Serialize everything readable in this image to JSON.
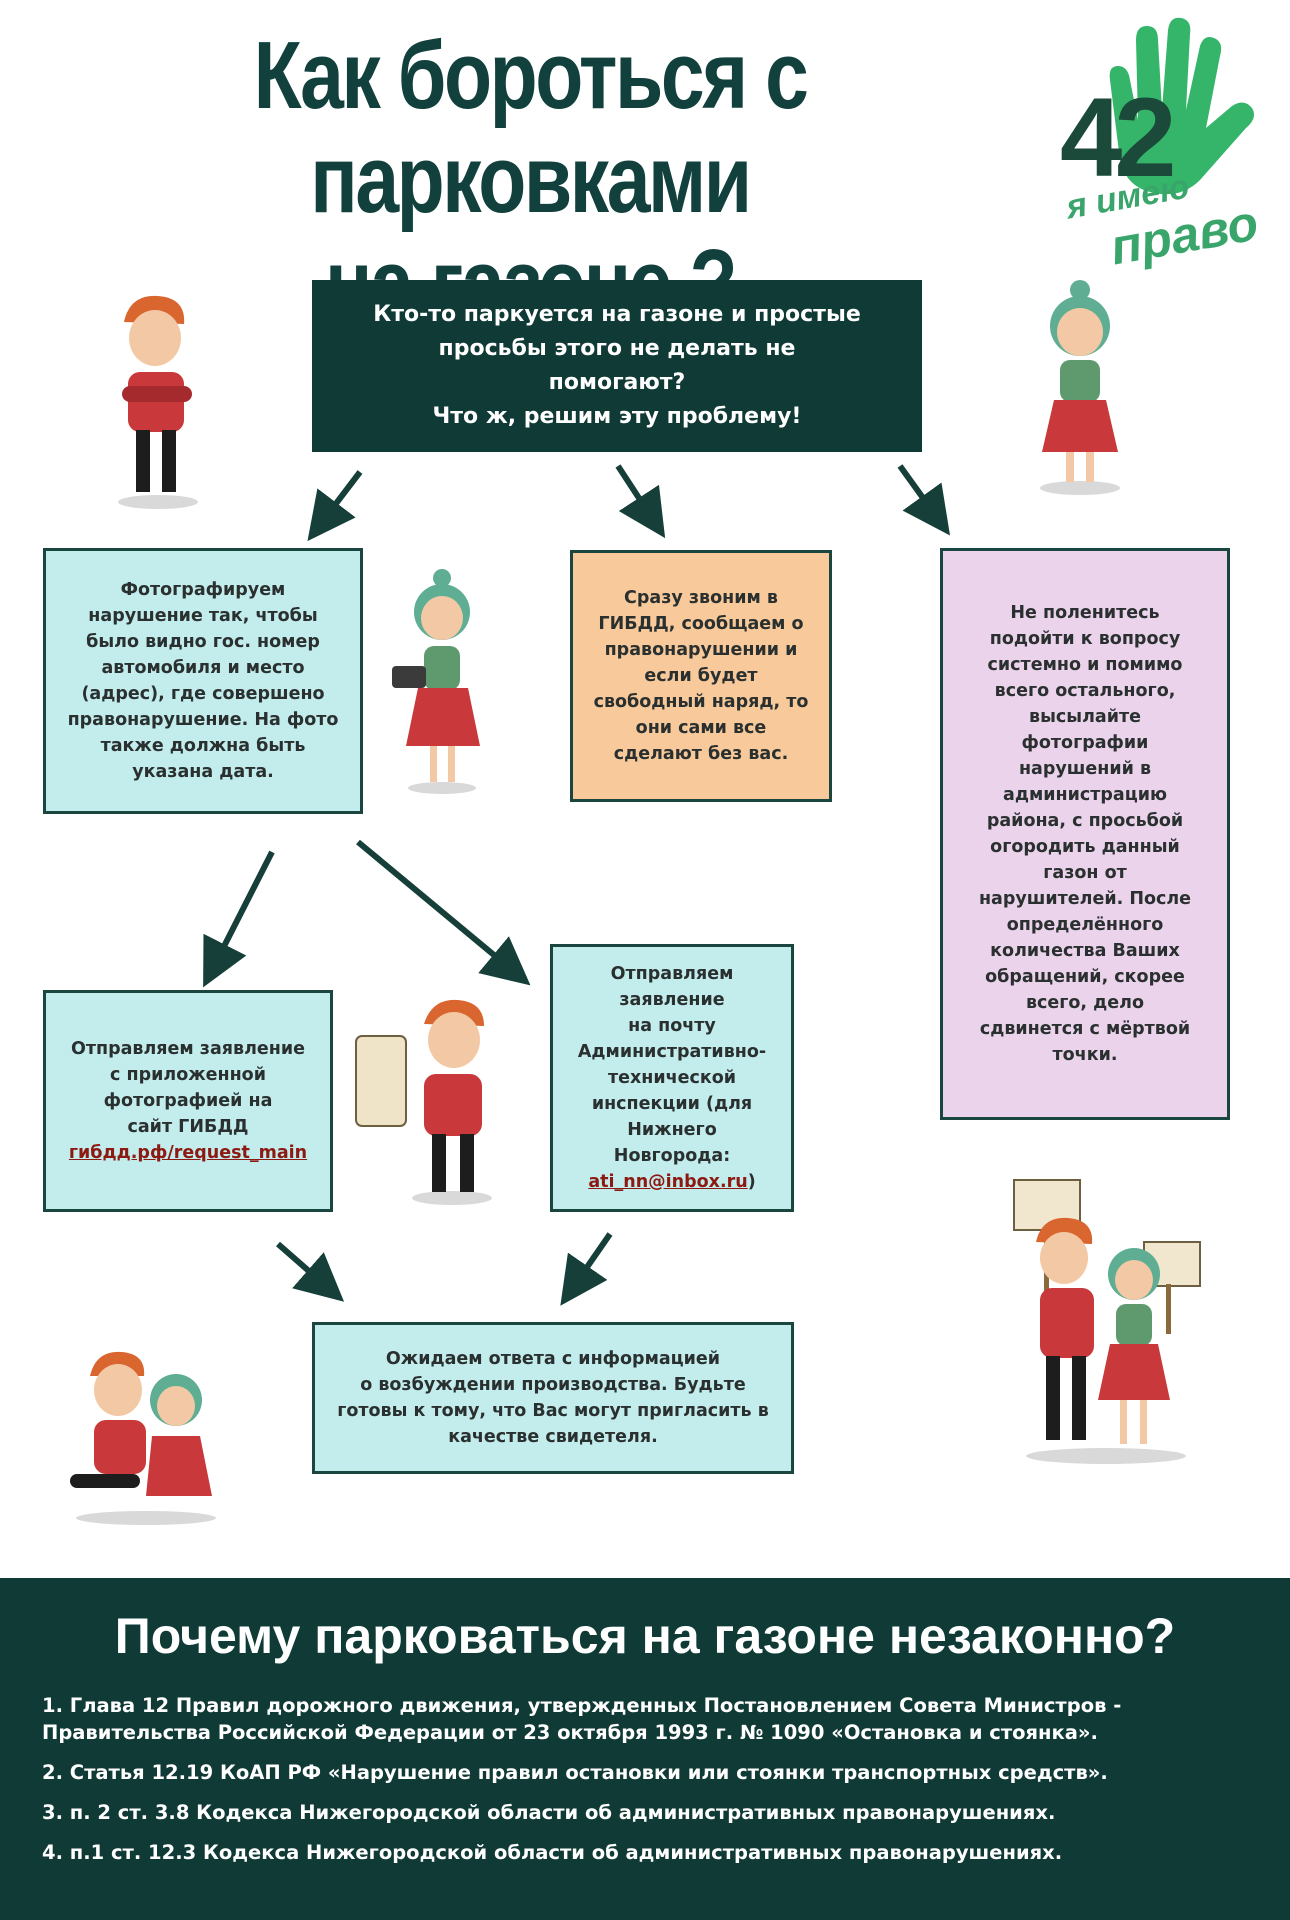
{
  "header": {
    "title_line1": "Как бороться с парковками",
    "title_line2": "на газоне ?"
  },
  "logo": {
    "number": "42",
    "line1": "я имею",
    "line2": "право",
    "colors": {
      "hand": "#35b56a",
      "number": "#1c4a3a",
      "text": "#3aa56b"
    }
  },
  "flow": {
    "intro": "Кто-то паркуется на газоне и простые\nпросьбы этого не делать не\nпомогают?\nЧто ж, решим эту проблему!",
    "photo": "Фотографируем\nнарушение так, чтобы\nбыло видно гос. номер\nавтомобиля и место\n(адрес), где совершено\nправонарушение. На фото\nтакже должна быть\nуказана дата.",
    "call": "Сразу звоним в\nГИБДД, сообщаем о\nправонарушении и\nесли будет\nсвободный наряд, то\nони сами все\nсделают без вас.",
    "admin": "Не поленитесь\nподойти к вопросу\nсистемно и помимо\nвсего остального,\nвысылайте\nфотографии\nнарушений в\nадминистрацию\nрайона, с просьбой\nогородить данный\nгазон от\nнарушителей. После\nопределённого\nколичества Ваших\nобращений, скорее\nвсего, дело\nсдвинется с мёртвой\nточки.",
    "site_text": "Отправляем заявление\nс приложенной\nфотографией на\nсайт ГИБДД\n",
    "site_link": "гибдд.рф/request_main",
    "mail_text": "Отправляем\nзаявление\nна почту\nАдминистративно-\nтехнической\nинспекции (для\nНижнего Новгорода:\n",
    "mail_link": "ati_nn@inbox.ru",
    "mail_close": ")",
    "wait": "Ожидаем ответа с информацией\nо возбуждении производства. Будьте\nготовы к тому, что Вас могут пригласить в\nкачестве свидетеля."
  },
  "legal": {
    "title": "Почему парковаться на газоне незаконно?",
    "items": [
      "1. Глава 12 Правил дорожного движения, утвержденных Постановлением Совета Министров - Правительства Российской Федерации от 23 октября 1993 г. № 1090 «Остановка и стоянка».",
      "2. Статья 12.19 КоАП РФ «Нарушение правил остановки или стоянки транспортных средств».",
      "3. п. 2 ст. 3.8 Кодекса Нижегородской области об административных правонарушениях.",
      "4. п.1 ст. 12.3 Кодекса Нижегородской области об административных правонарушениях."
    ]
  },
  "colors": {
    "dark": "#103a35",
    "cyan": "#c3ecec",
    "orange": "#f8c99a",
    "pink": "#ebd3ec",
    "link": "#8c1a12"
  }
}
